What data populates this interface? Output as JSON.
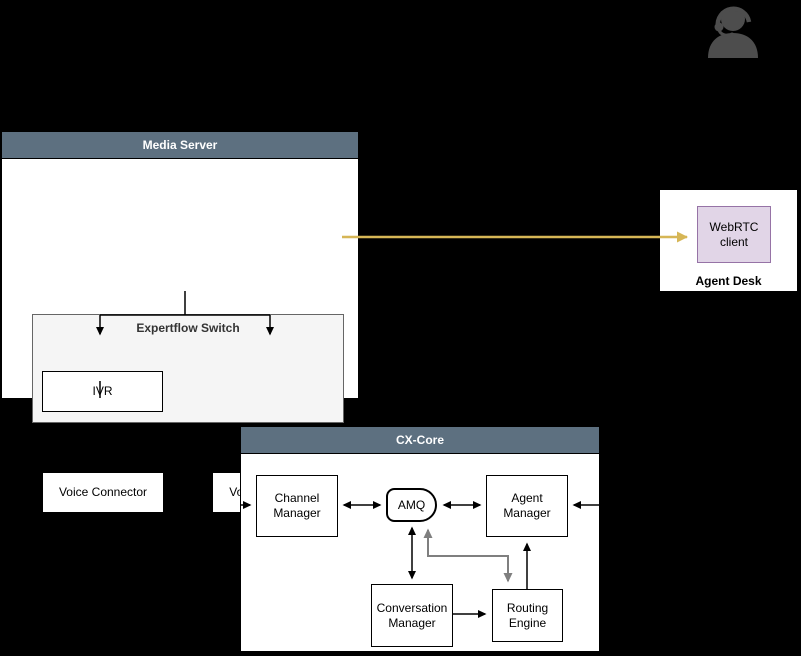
{
  "colors": {
    "header_fill": "#5d7080",
    "gold": "#d6b656",
    "gray_line": "#7f7f7f",
    "purple_fill": "#e1d5e7",
    "purple_stroke": "#9673a6"
  },
  "media_server": {
    "title": "Media Server",
    "expertflow_switch": {
      "title": "Expertflow Switch",
      "ivr_label": "IVR"
    },
    "voice_connector_label": "Voice Connector",
    "voice_recording_label": "Voice Recording"
  },
  "agent_desk": {
    "title": "Agent Desk",
    "webrtc_label": "WebRTC client"
  },
  "cx_core": {
    "title": "CX-Core",
    "channel_manager_label": "Channel Manager",
    "amq_label": "AMQ",
    "agent_manager_label": "Agent Manager",
    "conversation_manager_label": "Conversation Manager",
    "routing_engine_label": "Routing Engine"
  },
  "icons": {
    "agent": "headset-agent-icon"
  }
}
